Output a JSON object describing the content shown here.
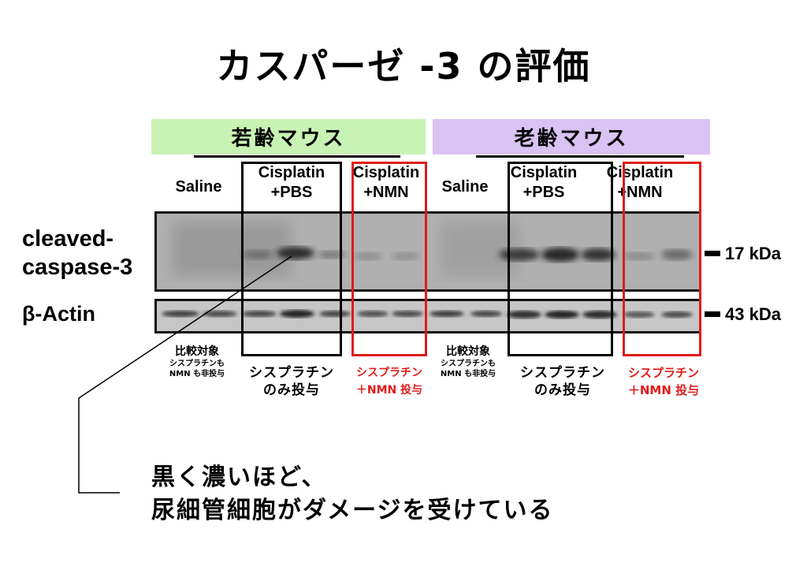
{
  "title": "カスパーゼ -3 の評価",
  "groups": {
    "young": "若齢マウス",
    "old": "老齢マウス"
  },
  "columns": {
    "saline": "Saline",
    "cis_pbs_1": "Cisplatin",
    "cis_pbs_2": "+PBS",
    "cis_nmn_1": "Cisplatin",
    "cis_nmn_2": "+NMN"
  },
  "rows": {
    "cleaved_1": "cleaved-",
    "cleaved_2": "caspase-3",
    "actin": "β-Actin"
  },
  "markers": {
    "kda17": "17 kDa",
    "kda43": "43 kDa"
  },
  "captions": {
    "control": "比較対象",
    "control_sub1": "シスプラチンも",
    "control_sub2": "NMN も非投与",
    "cis_only_1": "シスプラチン",
    "cis_only_2": "のみ投与",
    "cis_nmn_1": "シスプラチン",
    "cis_nmn_2": "＋NMN 投与"
  },
  "note": {
    "line1": "黒く濃いほど、",
    "line2": "尿細管細胞がダメージを受けている"
  },
  "colors": {
    "young_bg": "#c9f3b4",
    "old_bg": "#d9c3f3",
    "highlight_red": "#e01b1b"
  }
}
